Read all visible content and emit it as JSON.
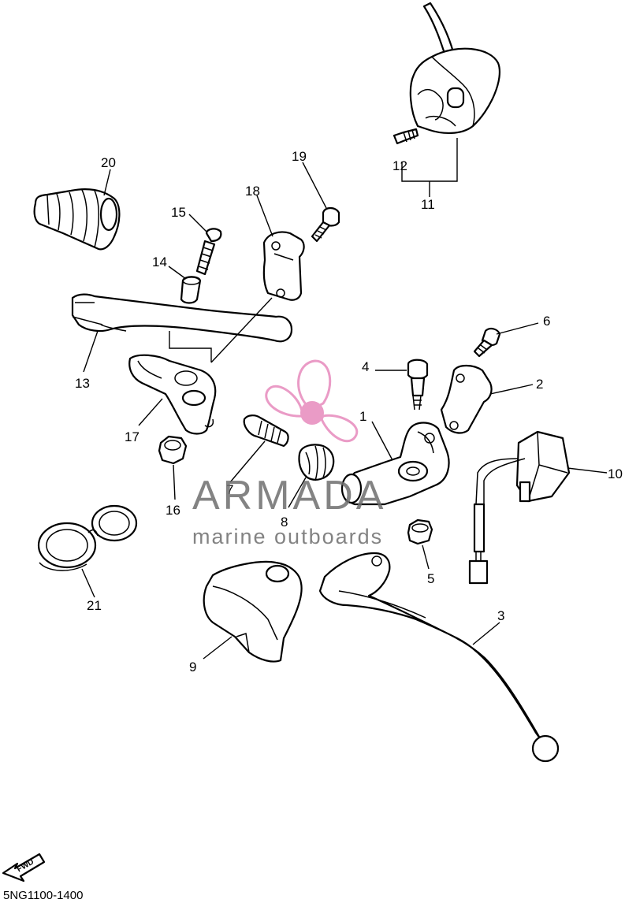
{
  "watermark": {
    "brand": "ARMADA",
    "tagline": "marine outboards",
    "accent_color": "#e37ab4",
    "text_color": "#6e6e6e"
  },
  "diagram_code": "5NG1100-1400",
  "fwd_label": "FWD",
  "callouts": [
    {
      "id": "1",
      "label": "1"
    },
    {
      "id": "2",
      "label": "2"
    },
    {
      "id": "3",
      "label": "3"
    },
    {
      "id": "4",
      "label": "4"
    },
    {
      "id": "5",
      "label": "5"
    },
    {
      "id": "6",
      "label": "6"
    },
    {
      "id": "7",
      "label": "7"
    },
    {
      "id": "8",
      "label": "8"
    },
    {
      "id": "9",
      "label": "9"
    },
    {
      "id": "10",
      "label": "10"
    },
    {
      "id": "11",
      "label": "11"
    },
    {
      "id": "12",
      "label": "12"
    },
    {
      "id": "13",
      "label": "13"
    },
    {
      "id": "14",
      "label": "14"
    },
    {
      "id": "15",
      "label": "15"
    },
    {
      "id": "16",
      "label": "16"
    },
    {
      "id": "17",
      "label": "17"
    },
    {
      "id": "18",
      "label": "18"
    },
    {
      "id": "19",
      "label": "19"
    },
    {
      "id": "20",
      "label": "20"
    },
    {
      "id": "21",
      "label": "21"
    }
  ]
}
